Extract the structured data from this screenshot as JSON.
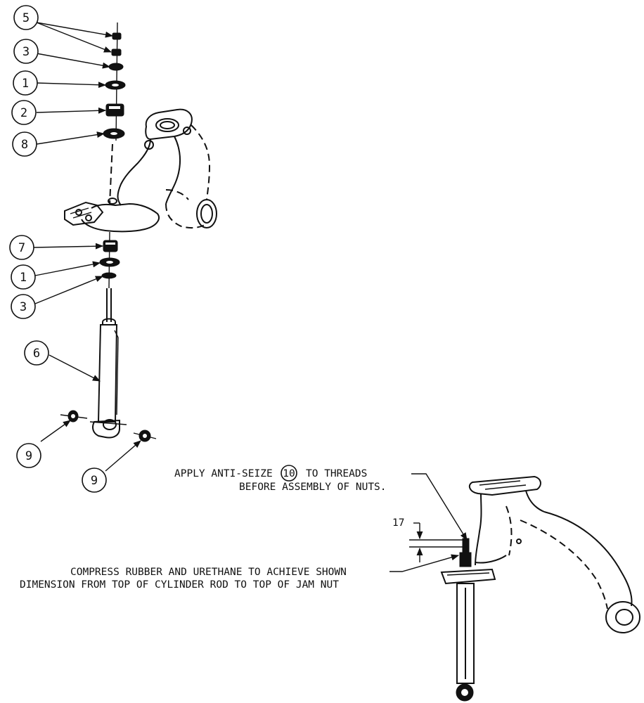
{
  "balloons": [
    {
      "label": "5"
    },
    {
      "label": "3"
    },
    {
      "label": "1"
    },
    {
      "label": "2"
    },
    {
      "label": "8"
    },
    {
      "label": "7"
    },
    {
      "label": "1"
    },
    {
      "label": "3"
    },
    {
      "label": "6"
    },
    {
      "label": "9"
    },
    {
      "label": "9"
    }
  ],
  "notes": {
    "anti_seize_line1_pre": "APPLY ANTI-SEIZE",
    "anti_seize_ref": "10",
    "anti_seize_line1_post": "TO THREADS",
    "anti_seize_line2": "BEFORE ASSEMBLY OF NUTS.",
    "compress_line1": "COMPRESS RUBBER AND URETHANE TO ACHIEVE SHOWN",
    "compress_line2": "DIMENSION FROM TOP OF CYLINDER ROD TO TOP OF JAM NUT",
    "dimension": "17"
  }
}
